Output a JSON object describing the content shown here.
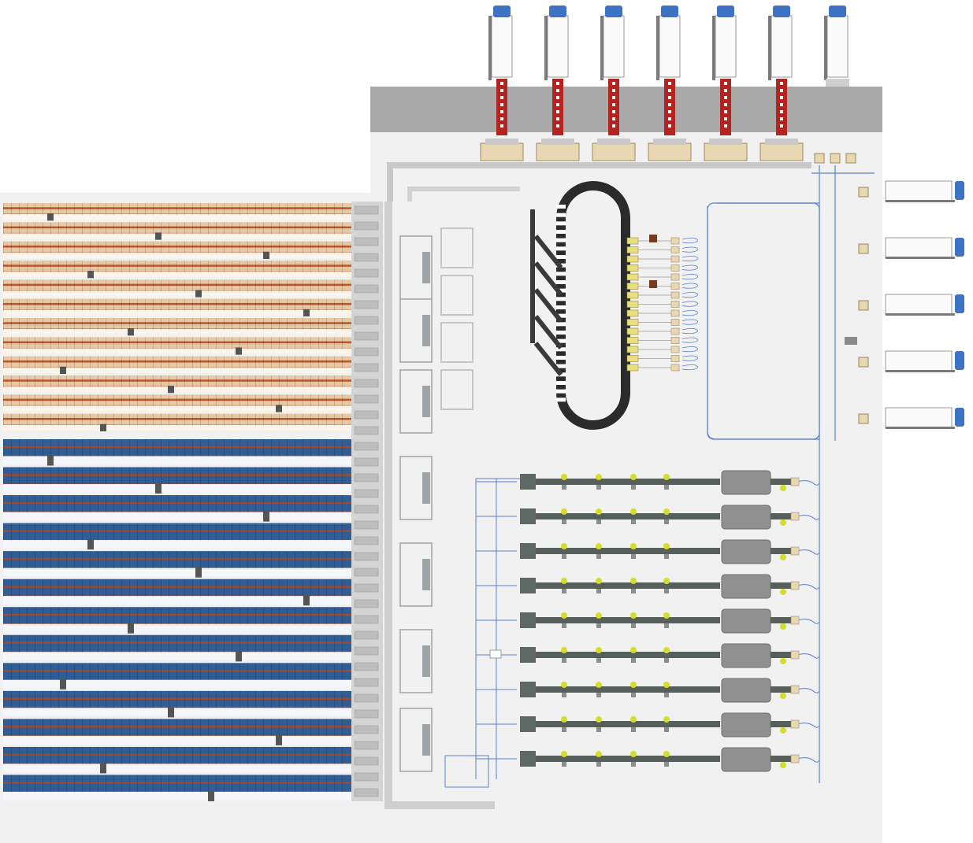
{
  "diagram": {
    "kind": "warehouse-layout-top-view",
    "colors": {
      "background": "#ffffff",
      "floor": "#f1f1f1",
      "dock_wall": "#a9a9a9",
      "rack_orange": "#e6c8a2",
      "rack_orange_beam": "#b8562f",
      "rack_blue": "#2f5d96",
      "rack_blue_beam": "#9b4a33",
      "conveyor": "#c7c7c7",
      "sorter_loop": "#2b2b2b",
      "station_line": "#55605a",
      "station_marker": "#d7dc2a",
      "box": "#e8d7b0",
      "truck_cab": "#3d73c5",
      "wire_blue": "#5a7fd0"
    },
    "icons": {
      "truck": "truck-icon",
      "box": "box-icon",
      "pallet": "pallet-icon"
    },
    "counts": {
      "top_docks": 7,
      "right_docks": 5,
      "orange_rack_rows": 12,
      "blue_rack_rows": 13,
      "packing_lines": 9
    }
  }
}
